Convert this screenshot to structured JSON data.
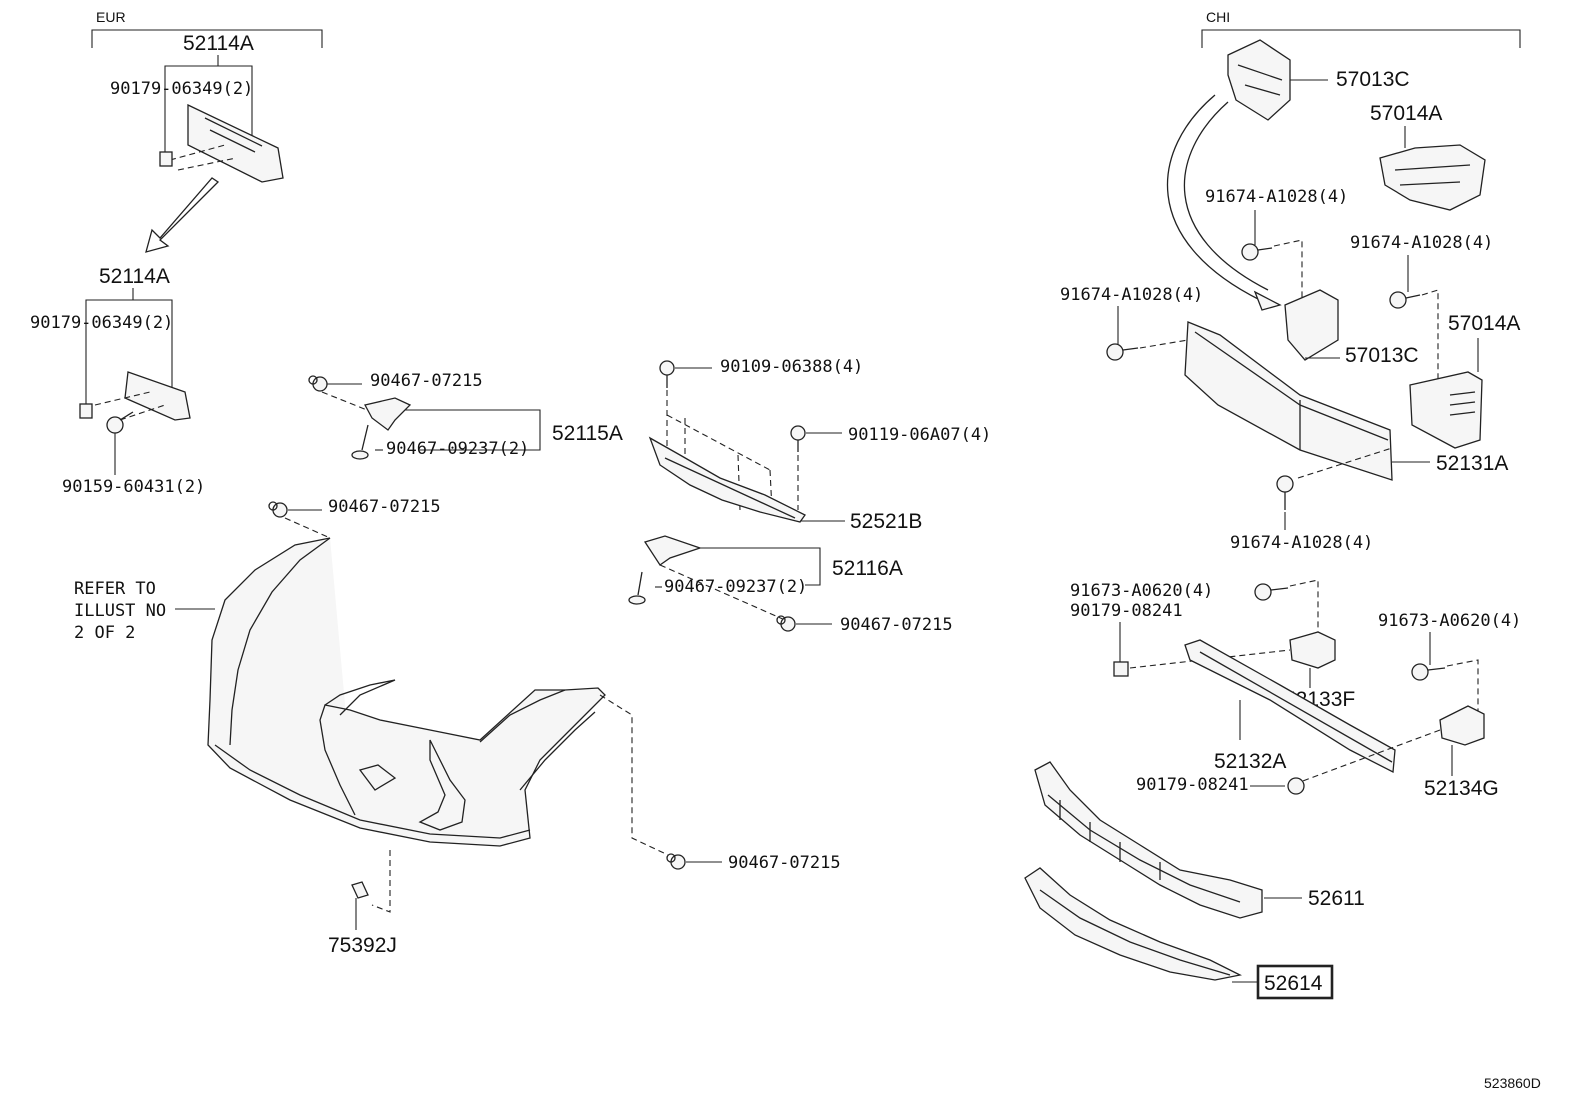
{
  "groups": {
    "eur": "EUR",
    "chi": "CHI"
  },
  "labels": {
    "p52114a_top": "52114A",
    "p90179_06349_top": "90179-06349(2)",
    "p52114a_mid": "52114A",
    "p90179_06349_mid": "90179-06349(2)",
    "p90159_60431": "90159-60431(2)",
    "p90467_07215_a": "90467-07215",
    "p90467_09237_a": "90467-09237(2)",
    "p52115a": "52115A",
    "p90109_06388": "90109-06388(4)",
    "p90119_06a07": "90119-06A07(4)",
    "p52521b": "52521B",
    "p52116a": "52116A",
    "p90467_09237_b": "90467-09237(2)",
    "p90467_07215_b": "90467-07215",
    "p90467_07215_c": "90467-07215",
    "refer_1": "REFER TO",
    "refer_2": "ILLUST NO",
    "refer_3": "2 OF 2",
    "p90467_07215_d": "90467-07215",
    "p75392j": "75392J",
    "p57013c_top": "57013C",
    "p57014a_top": "57014A",
    "p91674_a1028_a": "91674-A1028(4)",
    "p91674_a1028_b": "91674-A1028(4)",
    "p91674_a1028_c": "91674-A1028(4)",
    "p57014a_mid": "57014A",
    "p57013c_mid": "57013C",
    "p52131a": "52131A",
    "p91674_a1028_d": "91674-A1028(4)",
    "p91673_a0620_a": "91673-A0620(4)",
    "p90179_08241_a": "90179-08241",
    "p91673_a0620_b": "91673-A0620(4)",
    "p52133f": "52133F",
    "p52132a": "52132A",
    "p90179_08241_b": "90179-08241",
    "p52134g": "52134G",
    "p52611": "52611",
    "p52614": "52614"
  },
  "diagram_id": "523860D"
}
